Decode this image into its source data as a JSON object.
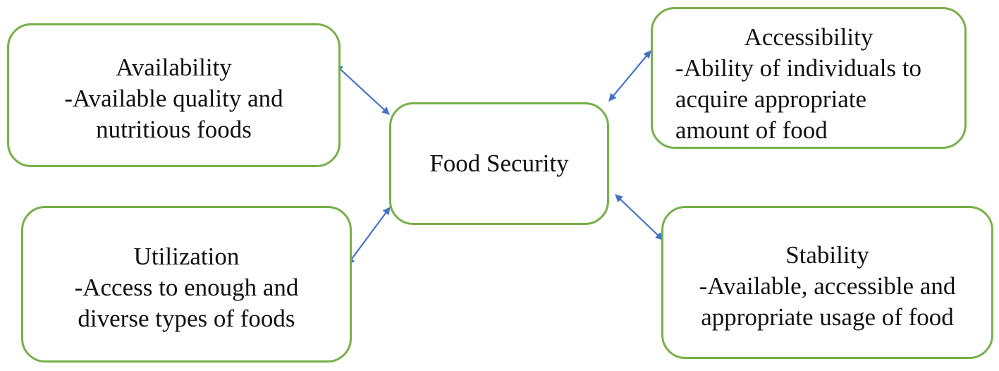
{
  "diagram": {
    "center": {
      "label": "Food Security"
    },
    "availability": {
      "title": "Availability",
      "lines": [
        "-Available quality and",
        "nutritious foods"
      ]
    },
    "accessibility": {
      "title": "Accessibility",
      "lines": [
        "-Ability of individuals to",
        "acquire appropriate",
        "amount of food"
      ]
    },
    "utilization": {
      "title": "Utilization",
      "lines": [
        "-Access to enough and",
        "diverse types of foods"
      ]
    },
    "stability": {
      "title": "Stability",
      "lines": [
        "-Available, accessible and",
        "appropriate usage of food"
      ]
    },
    "colors": {
      "box_border": "#77b04a",
      "arrow": "#4472c4",
      "text": "#111111",
      "background": "#ffffff"
    }
  }
}
